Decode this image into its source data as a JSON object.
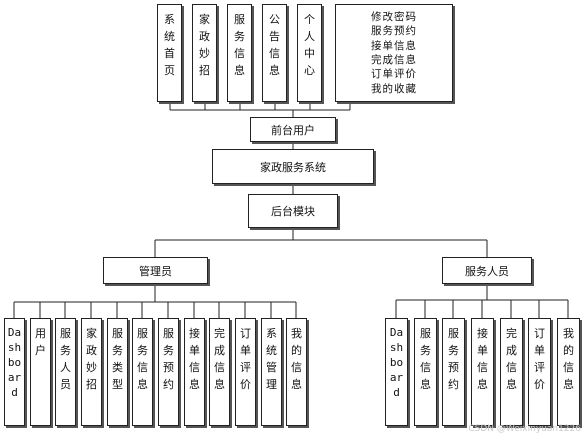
{
  "top_modules": [
    {
      "label": "系统首页"
    },
    {
      "label": "家政妙招"
    },
    {
      "label": "服务信息"
    },
    {
      "label": "公告信息"
    },
    {
      "label": "个人中心"
    }
  ],
  "personal_center_items": [
    "修改密码",
    "服务预约",
    "接单信息",
    "完成信息",
    "订单评价",
    "我的收藏"
  ],
  "frontend_user": "前台用户",
  "system": "家政服务系统",
  "backend": "后台模块",
  "admin": {
    "label": "管理员",
    "modules": [
      "Dashboard",
      "用户",
      "服务人员",
      "家政妙招",
      "服务类型",
      "服务信息",
      "服务预约",
      "接单信息",
      "完成信息",
      "订单评价",
      "系统管理",
      "我的信息"
    ]
  },
  "staff": {
    "label": "服务人员",
    "modules": [
      "Dashboard",
      "服务信息",
      "服务预约",
      "接单信息",
      "完成信息",
      "订单评价",
      "我的信息"
    ]
  },
  "watermark": "CSDN @Weixinyuan1226"
}
